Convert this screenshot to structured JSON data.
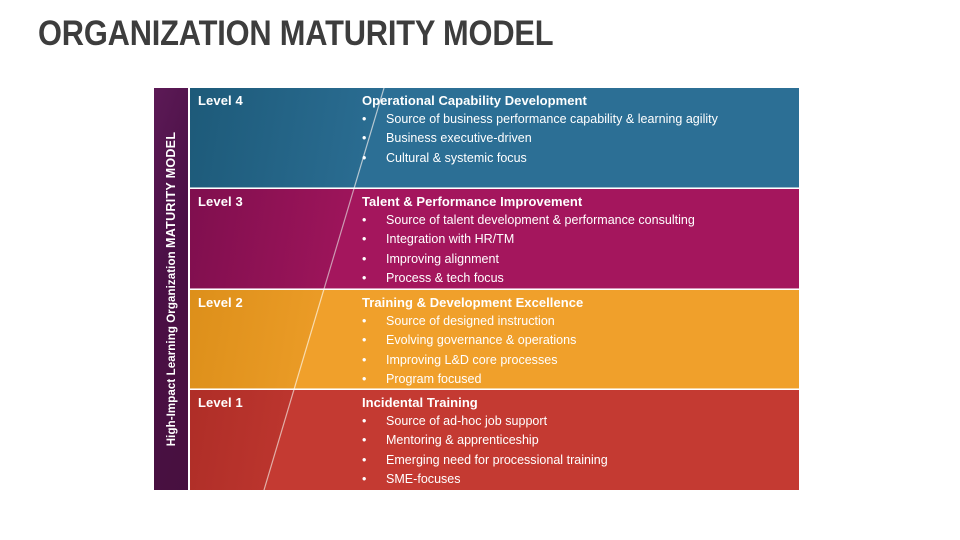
{
  "title": "ORGANIZATION MATURITY MODEL",
  "sidebar": {
    "label_prefix": "High-Impact Learning Organization ",
    "label_caps": "MATURITY MODEL",
    "color": "#4a0f45"
  },
  "levels": [
    {
      "id": "level-4",
      "level_label": "Level 4",
      "heading": "Operational Capability Development",
      "color": "#2c6f95",
      "bullets": [
        "Source of business performance capability  & learning agility",
        "Business executive-driven",
        "Cultural & systemic focus"
      ]
    },
    {
      "id": "level-3",
      "level_label": "Level 3",
      "heading": "Talent & Performance Improvement",
      "color": "#a4165d",
      "bullets": [
        "Source of talent development & performance consulting",
        "Integration with HR/TM",
        "Improving alignment",
        "Process & tech focus"
      ]
    },
    {
      "id": "level-2",
      "level_label": "Level 2",
      "heading": "Training & Development Excellence",
      "color": "#f0a02b",
      "bullets": [
        "Source of designed instruction",
        "Evolving governance  & operations",
        "Improving L&D core processes",
        "Program focused"
      ]
    },
    {
      "id": "level-1",
      "level_label": "Level 1",
      "heading": "Incidental Training",
      "color": "#c43a32",
      "bullets": [
        "Source of ad-hoc job support",
        "Mentoring & apprenticeship",
        "Emerging need for processional training",
        "SME-focuses"
      ]
    }
  ],
  "bullet_glyph": "•"
}
